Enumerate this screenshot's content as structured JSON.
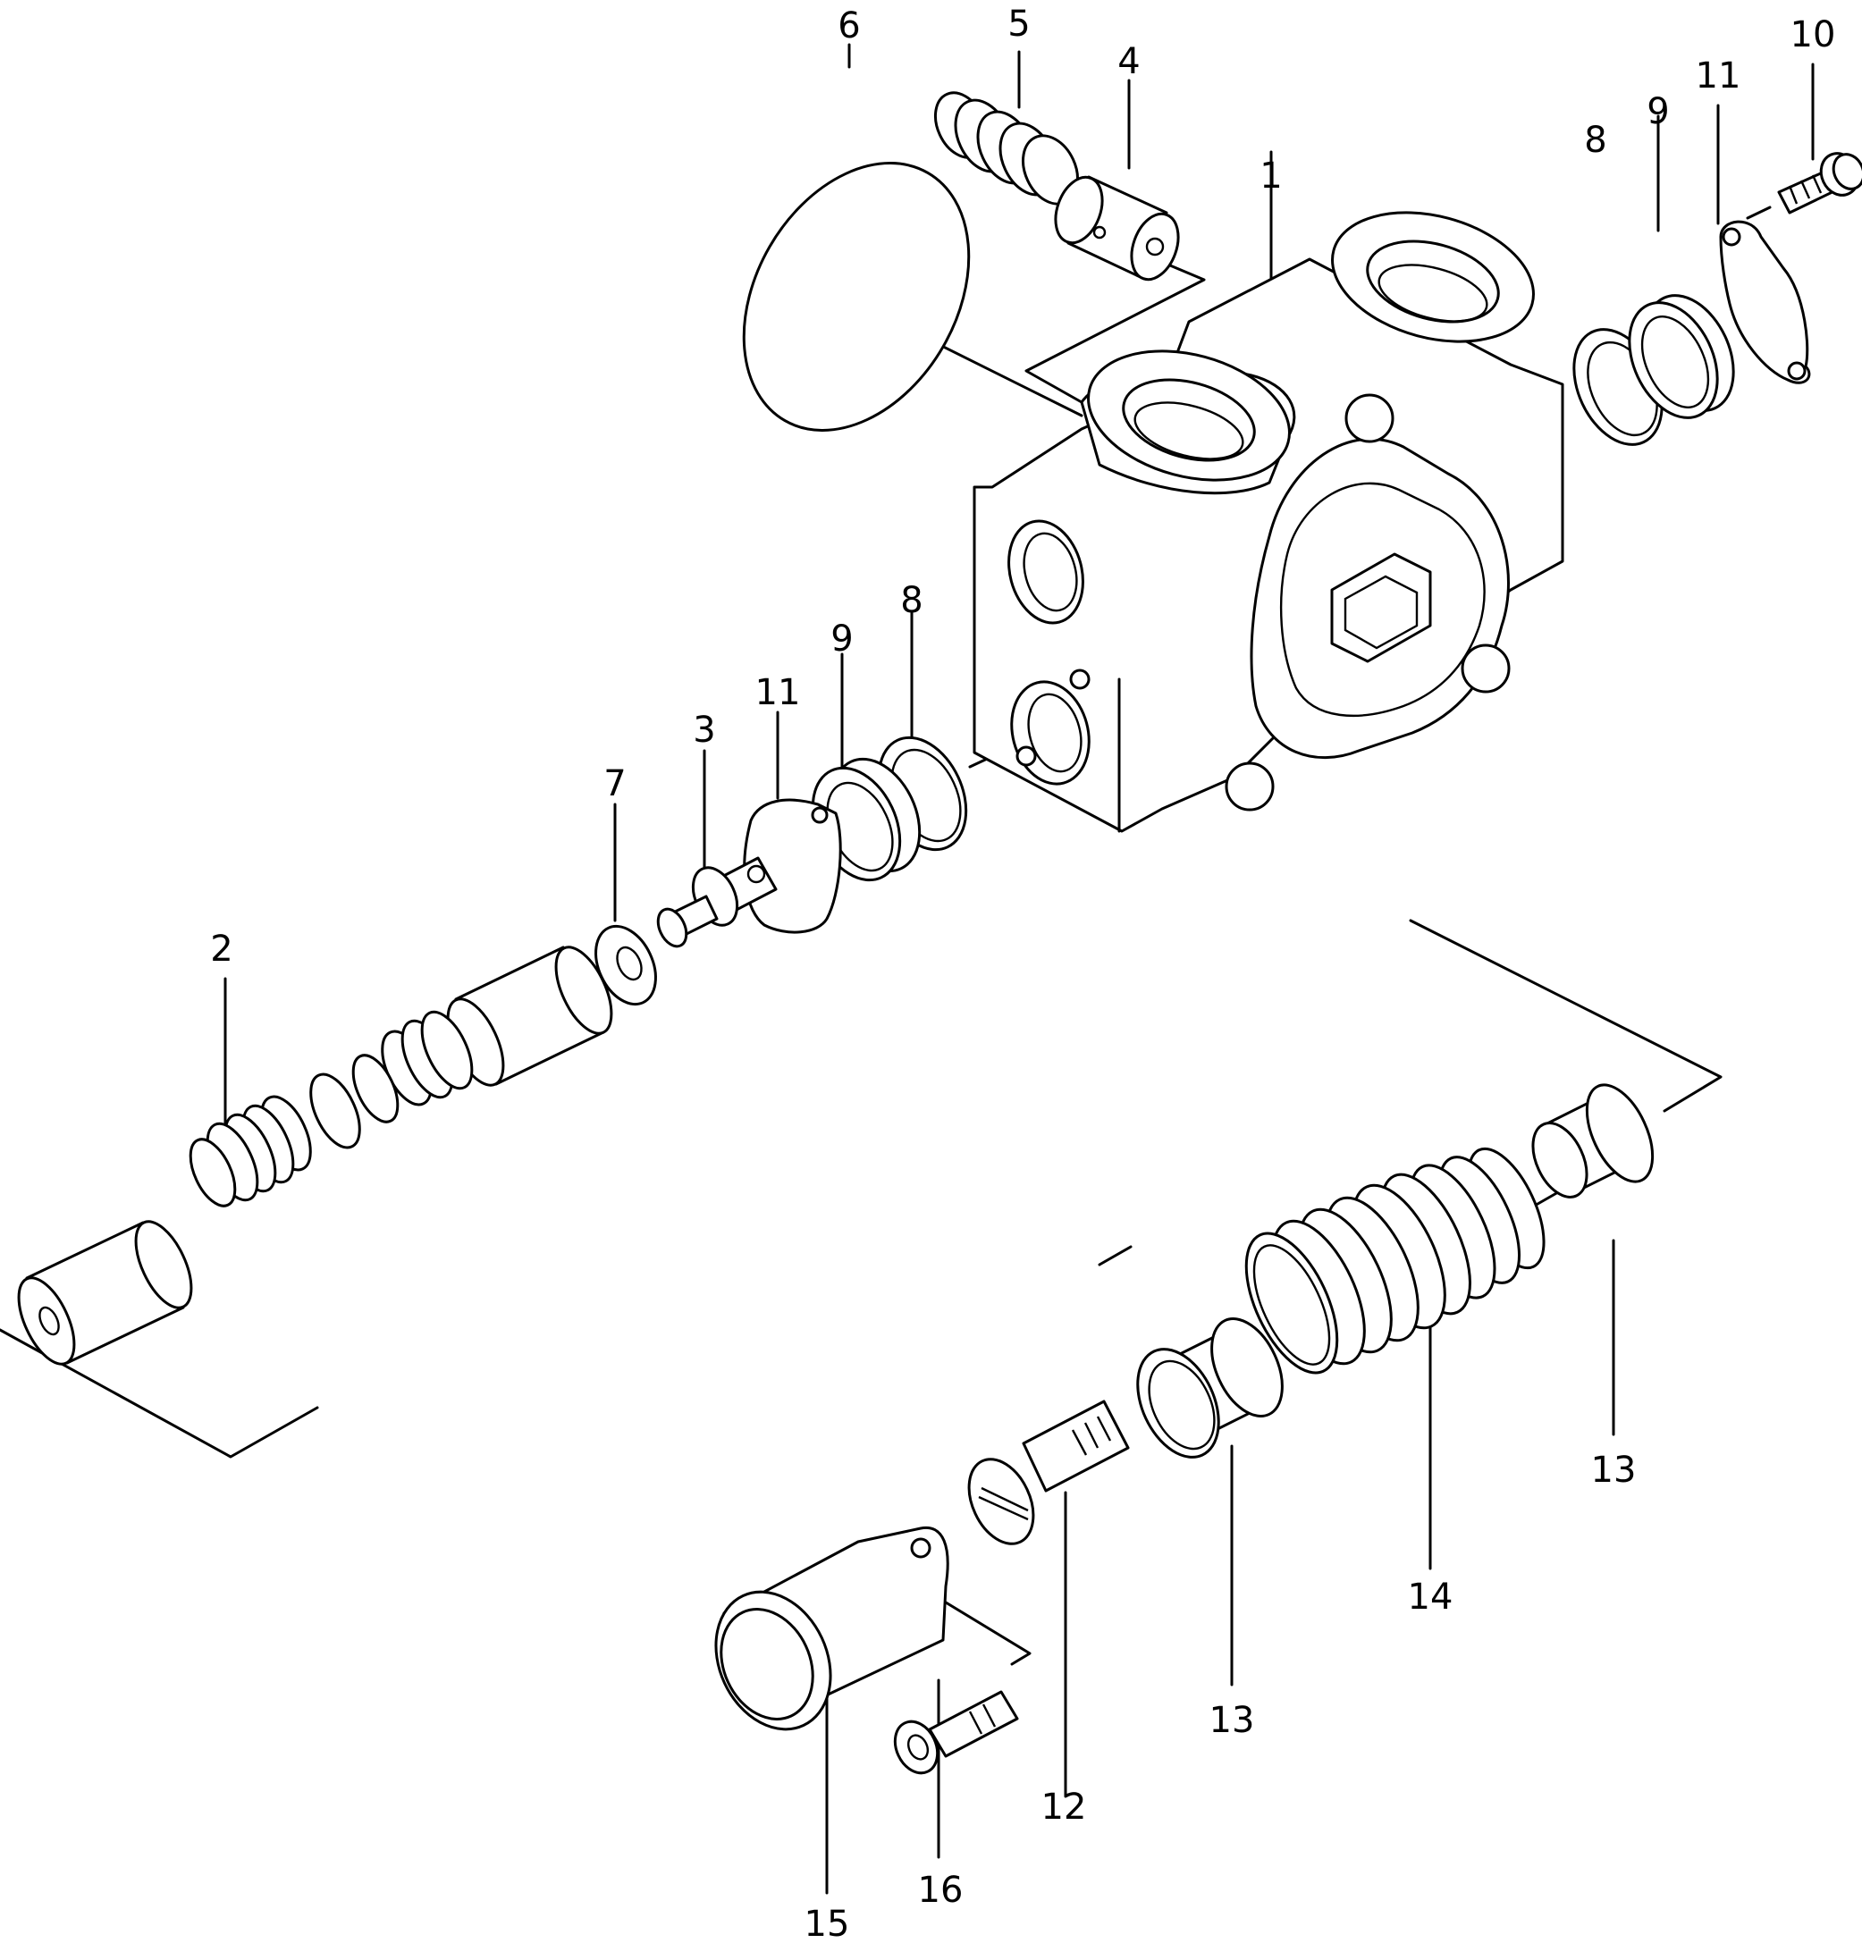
{
  "diagram": {
    "callouts": {
      "c1": "1",
      "c2": "2",
      "c3": "3",
      "c4": "4",
      "c5": "5",
      "c6": "6",
      "c7": "7",
      "c8a": "8",
      "c8b": "8",
      "c9a": "9",
      "c9b": "9",
      "c10": "10",
      "c11a": "11",
      "c11b": "11",
      "c12": "12",
      "c13a": "13",
      "c13b": "13",
      "c14": "14",
      "c15": "15",
      "c16": "16"
    }
  }
}
